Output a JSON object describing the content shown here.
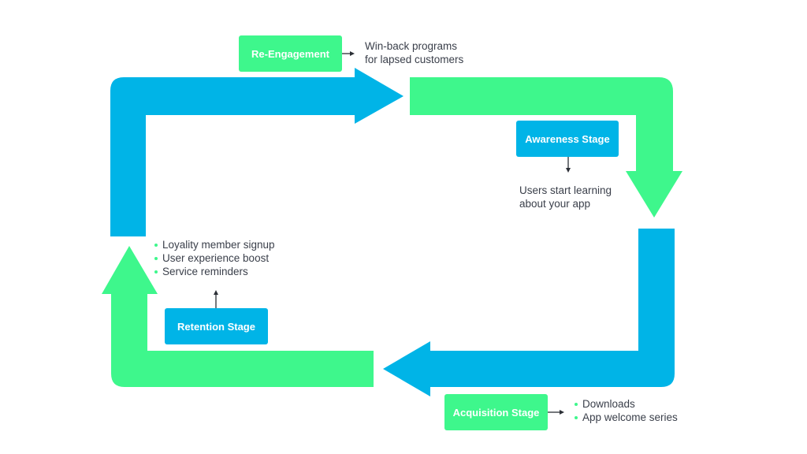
{
  "colors": {
    "green": "#3ef78c",
    "blue": "#00b4e7",
    "text": "#3a3f4a",
    "connector": "#2b2f36"
  },
  "stages": {
    "reengagement": {
      "label": "Re-Engagement",
      "note_lines": [
        "Win-back programs",
        "for lapsed customers"
      ]
    },
    "awareness": {
      "label": "Awareness Stage",
      "note_lines": [
        "Users start learning",
        "about your app"
      ]
    },
    "acquisition": {
      "label": "Acquisition Stage",
      "bullets": [
        "Downloads",
        "App welcome series"
      ]
    },
    "retention": {
      "label": "Retention Stage",
      "bullets": [
        "Loyality member signup",
        "User experience boost",
        "Service reminders"
      ]
    }
  }
}
